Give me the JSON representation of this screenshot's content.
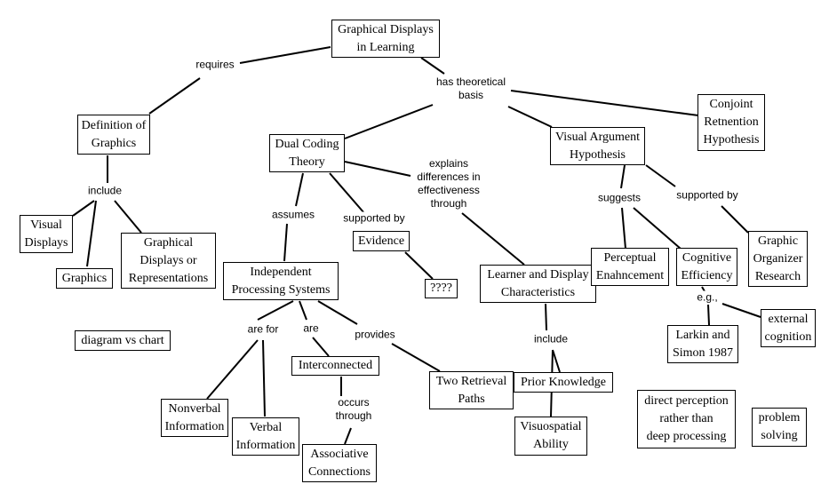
{
  "nodes": {
    "graphical_displays": "Graphical Displays\nin Learning",
    "definition": "Definition of\nGraphics",
    "dual_coding": "Dual Coding\nTheory",
    "visual_argument": "Visual Argument\nHypothesis",
    "conjoint": "Conjoint\nRetnention\nHypothesis",
    "visual_displays": "Visual\nDisplays",
    "graphics": "Graphics",
    "graphical_representations": "Graphical\nDisplays or\nRepresentations",
    "independent": "Independent\nProcessing Systems",
    "evidence": "Evidence",
    "unknown": "????",
    "learner_display": "Learner and Display\nCharacteristics",
    "perceptual": "Perceptual\nEnahncement",
    "cognitive": "Cognitive\nEfficiency",
    "organizer": "Graphic\nOrganizer\nResearch",
    "diagram_chart": "diagram vs chart",
    "external": "external\ncognition",
    "larkin": "Larkin and\nSimon 1987",
    "interconnected": "Interconnected",
    "two_retrieval": "Two Retrieval\nPaths",
    "prior_knowledge": "Prior Knowledge",
    "nonverbal": "Nonverbal\nInformation",
    "verbal": "Verbal\nInformation",
    "associative": "Associative\nConnections",
    "visuospatial": "Visuospatial\nAbility",
    "direct_perception": "direct perception\nrather than\ndeep processing",
    "problem_solving": "problem\nsolving"
  },
  "labels": {
    "requires": "requires",
    "theoretical": "has theoretical\nbasis",
    "include1": "include",
    "assumes": "assumes",
    "supported_by1": "supported by",
    "explains": "explains\ndifferences in\neffectiveness\nthrough",
    "suggests": "suggests",
    "supported_by2": "supported by",
    "eg": "e.g.,",
    "are_for": "are for",
    "are": "are",
    "provides": "provides",
    "include2": "include",
    "occurs": "occurs\nthrough"
  }
}
